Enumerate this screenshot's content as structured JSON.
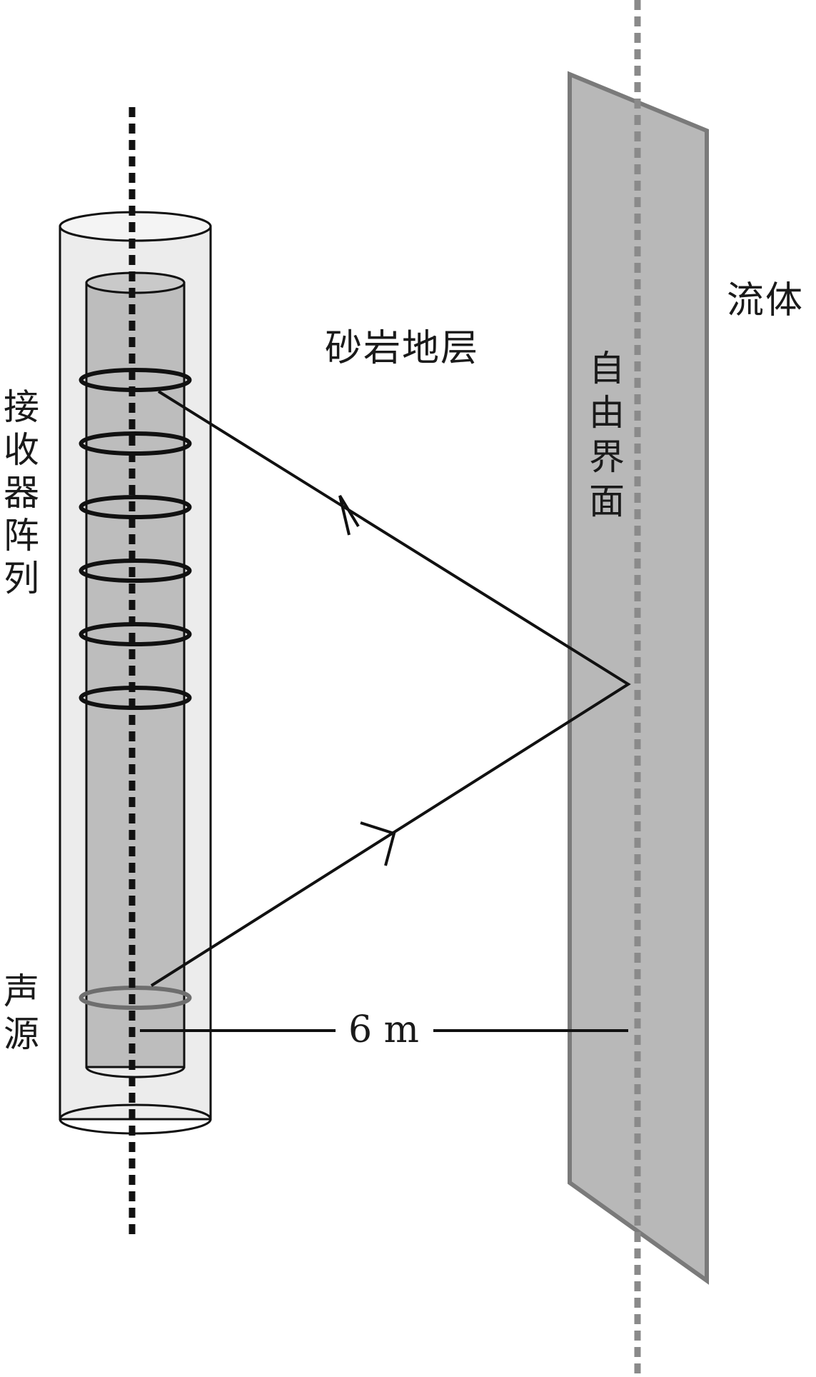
{
  "labels": {
    "sandstone": "砂岩地层",
    "fluid": "流体",
    "receiver_array": "接收器阵列",
    "source": "声源",
    "free_interface": "自由界面",
    "distance": "6 m"
  },
  "colors": {
    "outer_pipe_fill": "#ececec",
    "inner_tool_fill": "#bdbdbd",
    "interface_fill": "#b8b8b8",
    "interface_stroke": "#7a7a7a",
    "line": "#111111",
    "source_ring": "#6e6e6e"
  },
  "receiver_count": 6
}
